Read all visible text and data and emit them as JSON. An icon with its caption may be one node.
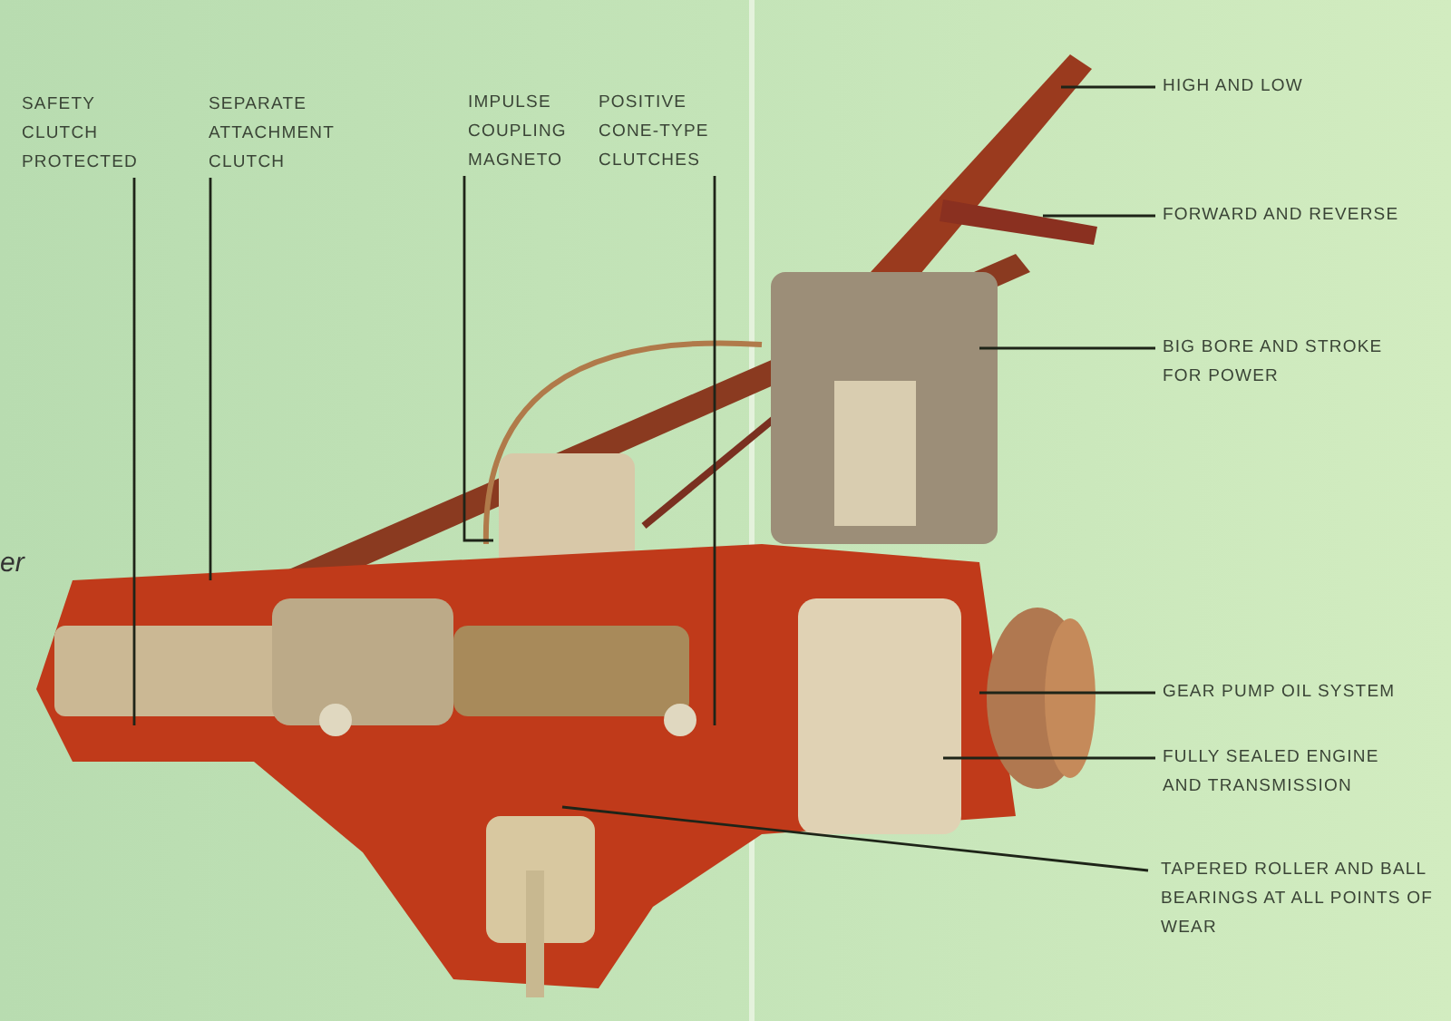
{
  "diagram": {
    "nodes": [
      {
        "text": [
          "SAFETY CLUTCH PROTECTED"
        ]
      },
      {
        "text": [
          "SEPARATE ATTACHMENT CLUTCH"
        ]
      },
      {
        "text": [
          "IMPULSE COUPLING MAGNETO"
        ]
      },
      {
        "text": [
          "POSITIVE CONE-TYPE CLUTCHES"
        ]
      },
      {
        "text": [
          "HIGH AND LOW"
        ]
      },
      {
        "text": [
          "FORWARD AND REVERSE"
        ]
      },
      {
        "text": [
          "BIG BORE AND STROKE FOR POWER"
        ]
      },
      {
        "text": [
          "GEAR PUMP OIL SYSTEM"
        ]
      },
      {
        "text": [
          "FULLY SEALED ENGINE AND TRANSMISSION"
        ]
      },
      {
        "text": [
          "TAPERED ROLLER AND BALL BEARINGS AT ALL POINTS OF WEAR"
        ]
      }
    ],
    "edges": [
      {
        "from": 0,
        "to": null,
        "arrow": "none"
      },
      {
        "from": 1,
        "to": null,
        "arrow": "none"
      },
      {
        "from": 2,
        "to": null,
        "arrow": "none"
      },
      {
        "from": 3,
        "to": null,
        "arrow": "none"
      },
      {
        "from": 4,
        "to": null,
        "arrow": "none"
      },
      {
        "from": 5,
        "to": null,
        "arrow": "none"
      },
      {
        "from": 6,
        "to": null,
        "arrow": "none"
      },
      {
        "from": 7,
        "to": null,
        "arrow": "none"
      },
      {
        "from": 8,
        "to": null,
        "arrow": "none"
      },
      {
        "from": 9,
        "to": null,
        "arrow": "none"
      }
    ],
    "labels": [
      "er"
    ]
  }
}
